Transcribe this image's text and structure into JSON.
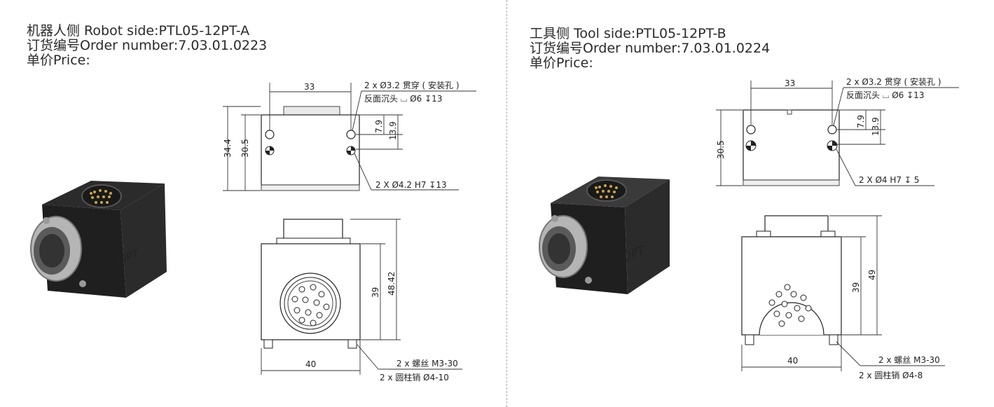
{
  "robot_side": {
    "title": "机器人侧 Robot side:PTL05-12PT-A",
    "order": "订货编号Order number:7.03.01.0223",
    "price": "单价Price:",
    "logo": "OPT",
    "top_view": {
      "width_dim": "33",
      "height_dim_outer": "34.4",
      "height_dim_inner": "30.5",
      "small_dim_1": "7.9",
      "small_dim_2": "13.9",
      "note_hole_1": "2 x Ø3.2 贯穿 ( 安装孔 )",
      "note_hole_2": "反面沉头 ⌴ Ø6 ↧13",
      "note_pin": "2 X Ø4.2 H7 ↧13"
    },
    "front_view": {
      "width_dim": "40",
      "height_dim_inner": "39",
      "height_dim_outer": "48.42",
      "note_screw": "2 x 螺丝 M3-30",
      "note_pin": "2 x  圆柱销 Ø4-10"
    }
  },
  "tool_side": {
    "title": "工具侧 Tool side:PTL05-12PT-B",
    "order": "订货编号Order number:7.03.01.0224",
    "price": "单价Price:",
    "logo": "OPT",
    "top_view": {
      "width_dim": "33",
      "height_dim": "30.5",
      "small_dim_1": "7.9",
      "small_dim_2": "13.9",
      "note_hole_1": "2 x Ø3.2 贯穿 ( 安装孔 )",
      "note_hole_2": "反面沉头 ⌴ Ø6 ↧13",
      "note_pin": "2 X Ø4 H7 ↧ 5"
    },
    "front_view": {
      "width_dim": "40",
      "height_dim_inner": "39",
      "height_dim_outer": "49",
      "note_screw": "2 x 螺丝 M3-30",
      "note_pin": "2 x  圆柱销 Ø4-8"
    }
  }
}
